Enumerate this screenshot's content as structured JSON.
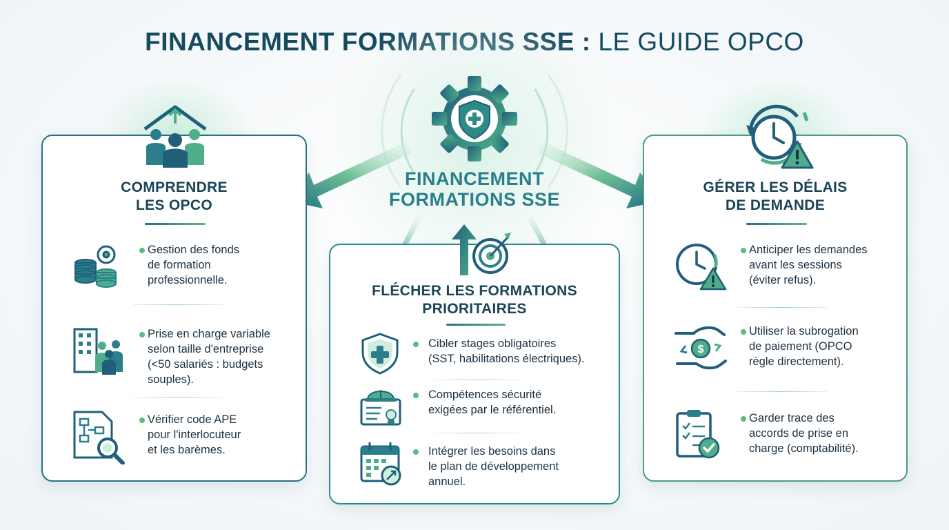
{
  "title": {
    "bold": "FINANCEMENT FORMATIONS SSE :",
    "light": " LE GUIDE OPCO"
  },
  "hub": {
    "label": "FINANCEMENT\nFORMATIONS SSE"
  },
  "colors": {
    "navy": "#1b4458",
    "teal": "#2a7f8a",
    "green": "#5dbb7f"
  },
  "cards": {
    "left": {
      "title": "COMPRENDRE\nLES OPCO",
      "items": [
        {
          "icon": "coins-gear-icon",
          "text": "Gestion des fonds\nde formation\nprofessionnelle."
        },
        {
          "icon": "building-people-icon",
          "text": "Prise en charge variable\nselon taille d'entreprise\n(<50 salariés : budgets\nsouples)."
        },
        {
          "icon": "document-search-icon",
          "text": "Vérifier code APE\npour l'interlocuteur\net les barèmes."
        }
      ]
    },
    "center": {
      "title": "FLÉCHER LES FORMATIONS\nPRIORITAIRES",
      "items": [
        {
          "icon": "shield-cross-icon",
          "text": "Cibler stages obligatoires\n(SST, habilitations électriques)."
        },
        {
          "icon": "helmet-certificate-icon",
          "text": "Compétences sécurité\nexigées par le référentiel."
        },
        {
          "icon": "calendar-growth-icon",
          "text": "Intégrer les besoins dans\nle plan de développement\nannuel."
        }
      ]
    },
    "right": {
      "title": "GÉRER LES DÉLAIS\nDE DEMANDE",
      "items": [
        {
          "icon": "clock-warning-icon",
          "text": "Anticiper les demandes\navant les sessions\n(éviter refus)."
        },
        {
          "icon": "hand-money-icon",
          "text": "Utiliser la subrogation\nde paiement (OPCO\nrègle directement)."
        },
        {
          "icon": "clipboard-check-icon",
          "text": "Garder trace des\naccords de prise en\ncharge (comptabilité)."
        }
      ]
    }
  }
}
